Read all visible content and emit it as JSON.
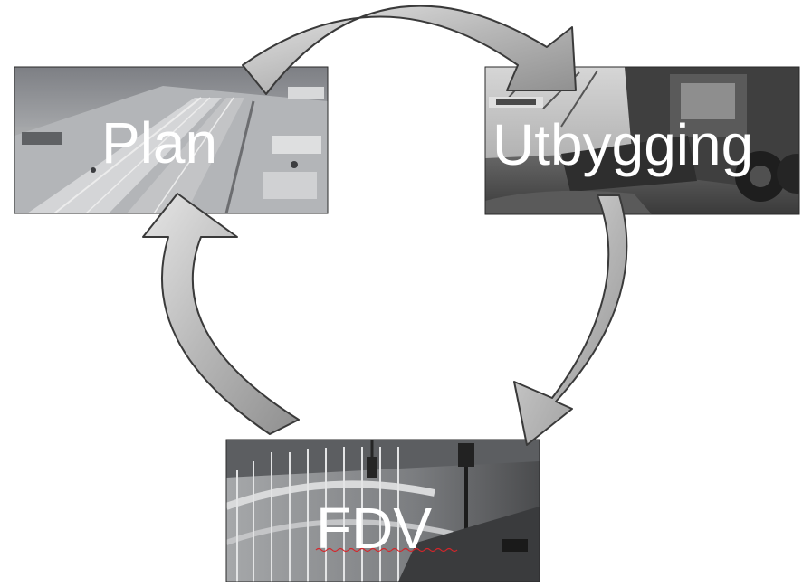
{
  "stages": {
    "plan": {
      "label": "Plan",
      "picture": "3d-road-model"
    },
    "build": {
      "label": "Utbygging",
      "picture": "road-grader-machine"
    },
    "maintain": {
      "label": "FDV",
      "picture": "3d-road-infrastructure"
    }
  },
  "cycle_order": [
    "Plan",
    "Utbygging",
    "FDV"
  ],
  "colors": {
    "background": "#ffffff",
    "arrow_fill": "#bdbdbd",
    "arrow_edge": "#3a3a3a",
    "label_text": "#ffffff"
  }
}
